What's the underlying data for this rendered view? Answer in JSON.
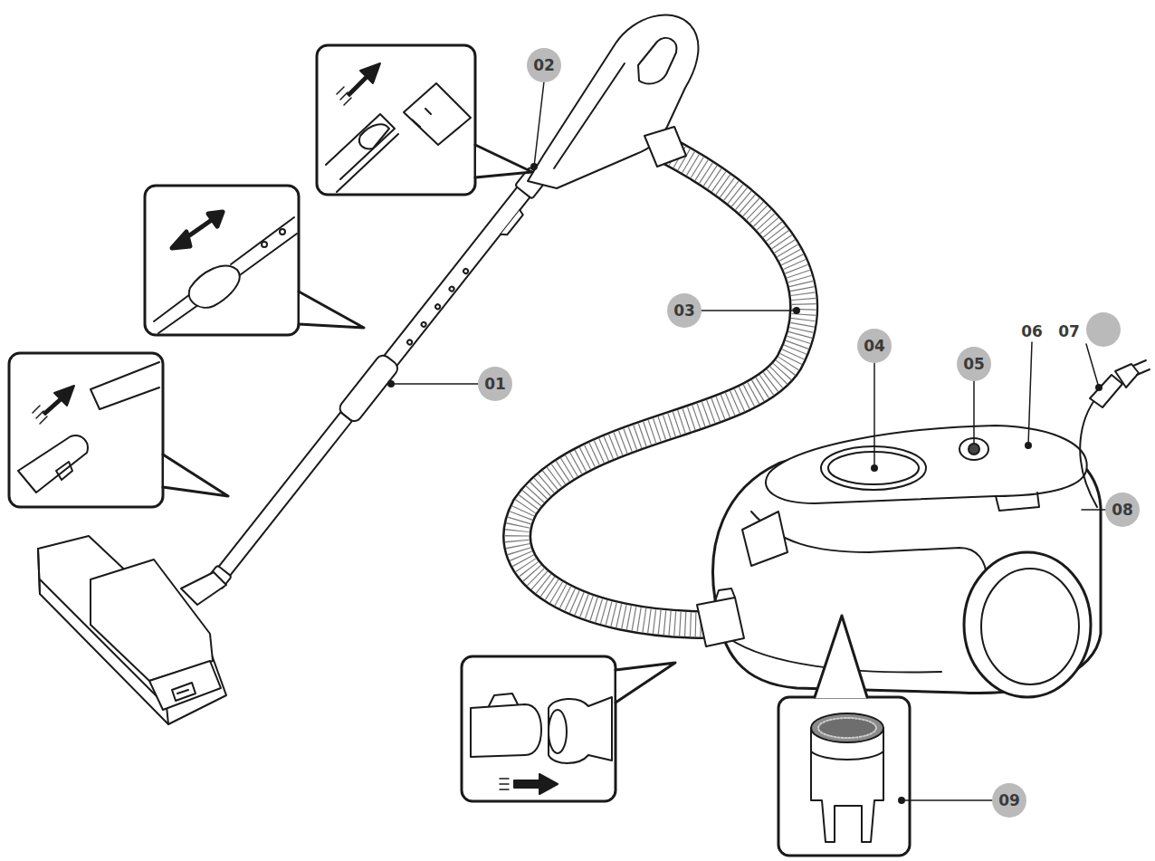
{
  "diagram": {
    "labels": [
      "02",
      "03",
      "06",
      "07",
      "04",
      "05",
      "01",
      "08",
      "09"
    ]
  }
}
